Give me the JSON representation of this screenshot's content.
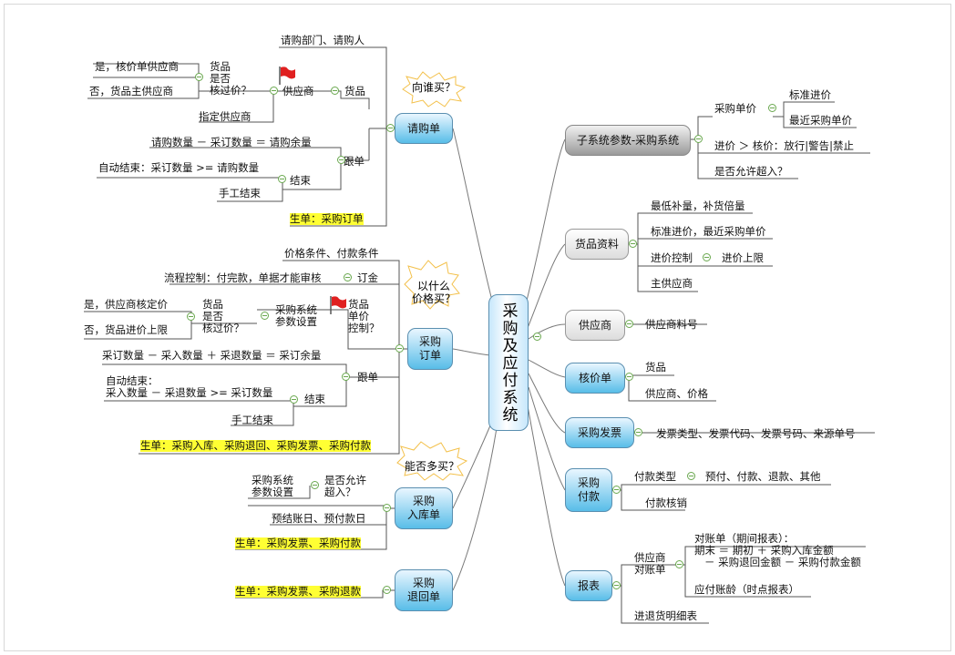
{
  "title": "采购及应付系统",
  "left": {
    "qgd": {
      "node": "请购单",
      "question": "向谁买？",
      "items": {
        "dept": "请购部门、请购人",
        "yes_price": "是，核价单供应商",
        "goods_verify": "货品\n是否\n核过价？",
        "supplier": "供应商",
        "goods": "货品",
        "no_main": "否，货品主供应商",
        "designate": "指定供应商",
        "qty_formula": "请购数量 － 采订数量 ＝ 请购余量",
        "follow": "跟单",
        "auto_end": "自动结束：采订数量 >= 请购数量",
        "end": "结束",
        "manual_end": "手工结束",
        "gen": "生单：采购订单"
      }
    },
    "cgdd": {
      "node": "采购\n订单",
      "question": "以什么\n价格买？",
      "items": {
        "price_cond": "价格条件、付款条件",
        "flow": "流程控制：付完款，单据才能审核",
        "order": "订金",
        "yes_price": "是，供应商核定价",
        "goods_verify": "货品\n是否\n核过价？",
        "param": "采购系统\n参数设置",
        "unit_price": "货品\n单价\n控制？",
        "no_price": "否，货品进价上限",
        "qty_formula": "采订数量 － 采入数量 ＋ 采退数量 ＝ 采订余量",
        "follow": "跟单",
        "auto_end": "自动结束：\n采入数量 － 采退数量 >= 采订数量",
        "end": "结束",
        "manual_end": "手工结束",
        "gen": "生单：采购入库、采购退回、采购发票、采购付款"
      }
    },
    "cgrk": {
      "node": "采购\n入库单",
      "question": "能否多买？",
      "items": {
        "param": "采购系统\n参数设置",
        "allow": "是否允许\n超入？",
        "pre": "预结账日、预付款日",
        "gen": "生单：采购发票、采购付款"
      }
    },
    "cgth": {
      "node": "采购\n退回单",
      "gen": "生单：采购发票、采购退款"
    }
  },
  "right": {
    "subsys": {
      "node": "子系统参数-采购系统",
      "unit_price": "采购单价",
      "std_price": "标准进价",
      "recent_price": "最近采购单价",
      "in_price": "进价 ＞ 核价：放行|警告|禁止",
      "allow_over": "是否允许超入？"
    },
    "goods": {
      "node": "货品资料",
      "min": "最低补量，补货倍量",
      "std": "标准进价，最近采购单价",
      "ctrl": "进价控制",
      "limit": "进价上限",
      "main": "主供应商"
    },
    "supplier": {
      "node": "供应商",
      "no": "供应商料号"
    },
    "verify": {
      "node": "核价单",
      "goods": "货品",
      "supp": "供应商、价格"
    },
    "invoice": {
      "node": "采购发票",
      "types": "发票类型、发票代码、发票号码、来源单号"
    },
    "payment": {
      "node": "采购\n付款",
      "type": "付款类型",
      "types": "预付、付款、退款、其他",
      "cancel": "付款核销"
    },
    "report": {
      "node": "报表",
      "stmt": "供应商\n对账单",
      "stmt_detail": "对账单（期间报表）：\n期末 ＝ 期初 ＋ 采购入库金额\n   － 采购退回金额 － 采购付款金额",
      "aging": "应付账龄（时点报表）",
      "detail": "进退货明细表"
    }
  }
}
